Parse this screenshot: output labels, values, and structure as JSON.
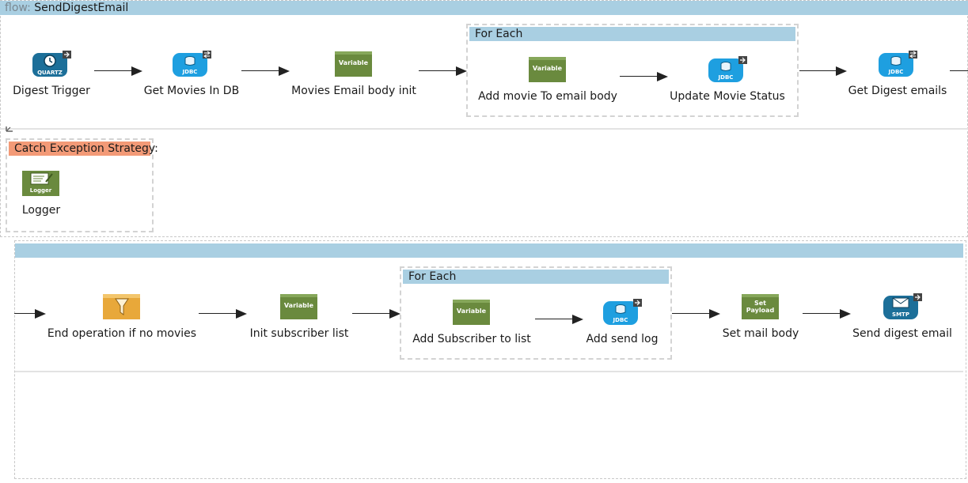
{
  "flow": {
    "keyword": "flow:",
    "name": "SendDigestEmail"
  },
  "row1": {
    "nodes": [
      {
        "label": "Digest Trigger",
        "icon": "quartz-icon",
        "badge": "QUARTZ"
      },
      {
        "label": "Get Movies In DB",
        "icon": "jdbc-icon",
        "badge": "JDBC"
      },
      {
        "label": "Movies Email body init",
        "icon": "variable-icon",
        "badge": "Variable"
      },
      {
        "label": "Get Digest emails",
        "icon": "jdbc-icon",
        "badge": "JDBC"
      }
    ],
    "foreach": {
      "title": "For Each",
      "nodes": [
        {
          "label": "Add movie To email body",
          "icon": "variable-icon",
          "badge": "Variable"
        },
        {
          "label": "Update Movie Status",
          "icon": "jdbc-icon",
          "badge": "JDBC"
        }
      ]
    }
  },
  "catch": {
    "title": "Catch Exception Strategy:",
    "nodes": [
      {
        "label": "Logger",
        "icon": "logger-icon",
        "badge": "Logger"
      }
    ]
  },
  "row2": {
    "nodes": [
      {
        "label": "End operation if no movies",
        "icon": "filter-icon",
        "badge": ""
      },
      {
        "label": "Init subscriber list",
        "icon": "variable-icon",
        "badge": "Variable"
      },
      {
        "label": "Set mail body",
        "icon": "set-payload-icon",
        "badge": "Set Payload"
      },
      {
        "label": "Send digest email",
        "icon": "smtp-icon",
        "badge": "SMTP"
      }
    ],
    "foreach": {
      "title": "For Each",
      "nodes": [
        {
          "label": "Add Subscriber to list",
          "icon": "variable-icon",
          "badge": "Variable"
        },
        {
          "label": "Add send log",
          "icon": "jdbc-icon",
          "badge": "JDBC"
        }
      ]
    }
  },
  "colors": {
    "header_blue": "#a9cfe2",
    "catch_orange": "#f39a77",
    "jdbc_blue": "#1e9fe0",
    "quartz_teal": "#1c6f99",
    "variable_green": "#6a8a3e",
    "filter_yellow": "#e8a83a"
  }
}
